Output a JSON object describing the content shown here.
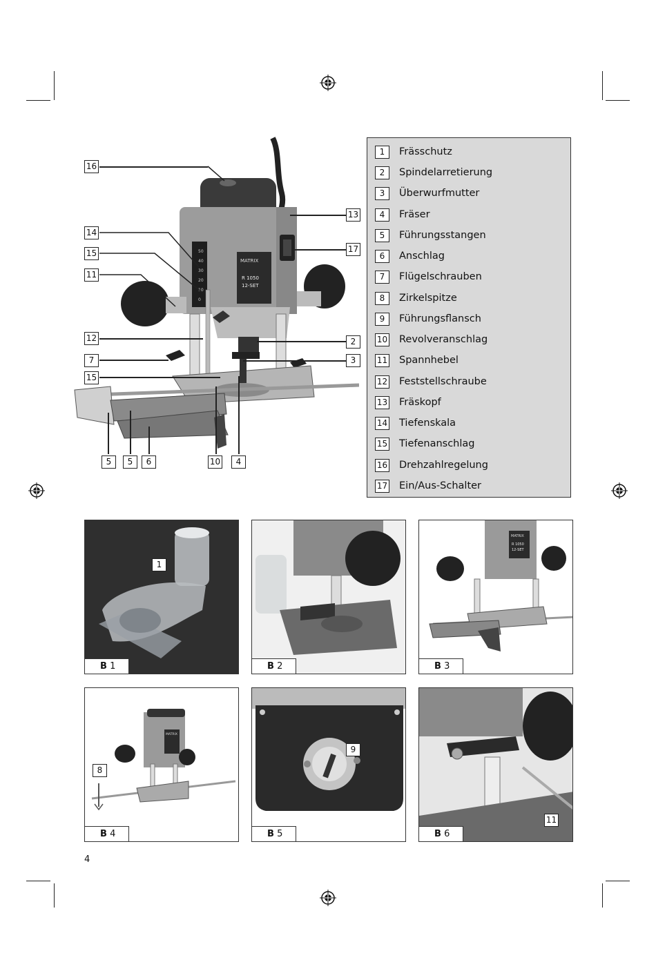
{
  "legend": {
    "items": [
      {
        "num": "1",
        "text": "Frässchutz"
      },
      {
        "num": "2",
        "text": "Spindelarretierung"
      },
      {
        "num": "3",
        "text": "Überwurfmutter"
      },
      {
        "num": "4",
        "text": "Fräser"
      },
      {
        "num": "5",
        "text": "Führungsstangen"
      },
      {
        "num": "6",
        "text": "Anschlag"
      },
      {
        "num": "7",
        "text": "Flügelschrauben"
      },
      {
        "num": "8",
        "text": "Zirkelspitze"
      },
      {
        "num": "9",
        "text": "Führungsflansch"
      },
      {
        "num": "10",
        "text": "Revolveranschlag"
      },
      {
        "num": "11",
        "text": "Spannhebel"
      },
      {
        "num": "12",
        "text": "Feststellschraube"
      },
      {
        "num": "13",
        "text": "Fräskopf"
      },
      {
        "num": "14",
        "text": "Tiefenskala"
      },
      {
        "num": "15",
        "text": "Tiefenanschlag"
      },
      {
        "num": "16",
        "text": "Drehzahlregelung"
      },
      {
        "num": "17",
        "text": "Ein/Aus-Schalter"
      }
    ]
  },
  "main_figure": {
    "callouts": {
      "c16": "16",
      "c14": "14",
      "c15a": "15",
      "c11": "11",
      "c12": "12",
      "c7": "7",
      "c15b": "15",
      "c13": "13",
      "c17": "17",
      "c2": "2",
      "c3": "3",
      "b5a": "5",
      "b5b": "5",
      "b6": "6",
      "b10": "10",
      "b4": "4"
    },
    "device_text": {
      "brand": "MATRIX",
      "model": "R 1050",
      "set": "12-SET",
      "scale": [
        "50",
        "40",
        "30",
        "20",
        "10",
        "0"
      ]
    }
  },
  "panels": [
    {
      "prefix": "B",
      "num": "1",
      "callout": "1"
    },
    {
      "prefix": "B",
      "num": "2",
      "callout": ""
    },
    {
      "prefix": "B",
      "num": "3",
      "callout": "",
      "device_brand": "MATRIX",
      "device_model": "R 1050",
      "device_set": "12-SET"
    },
    {
      "prefix": "B",
      "num": "4",
      "callout": "8",
      "device_brand": "MATRIX"
    },
    {
      "prefix": "B",
      "num": "5",
      "callout": "9"
    },
    {
      "prefix": "B",
      "num": "6",
      "callout": "11"
    }
  ],
  "page_number": "4",
  "colors": {
    "body": "#9a9a9a",
    "dark": "#2a2a2a",
    "legend_bg": "#d9d9d9"
  }
}
